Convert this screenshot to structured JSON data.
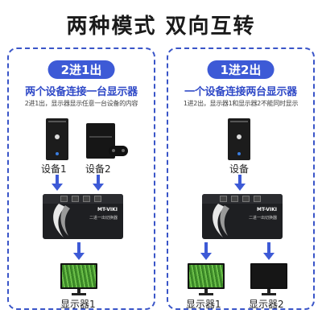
{
  "headline": "两种模式 双向互转",
  "left_panel": {
    "badge": "2进1出",
    "title": "两个设备连接一台显示器",
    "description": "2进1出，显示器显示任意一台设备的内容",
    "device_labels": [
      "设备1",
      "设备2"
    ],
    "switch": {
      "brand": "MT-VIKI",
      "model": "二进一出切换器"
    },
    "monitor_label": "显示器1"
  },
  "right_panel": {
    "badge": "1进2出",
    "title": "一个设备连接两台显示器",
    "description": "1进2出，显示器1和显示器2不能同时显示",
    "device_label": "设备",
    "switch": {
      "brand": "MT-VIKI",
      "model": "二进一出切换器"
    },
    "monitor_labels": [
      "显示器1",
      "显示器2"
    ]
  },
  "colors": {
    "accent": "#3d5ad6",
    "panel_border": "#3a55c8",
    "title_blue": "#2f49c7"
  },
  "icons": [
    "desktop-pc-icon",
    "game-console-icon",
    "gamepad-icon",
    "down-arrow-icon",
    "kvm-switch-icon",
    "monitor-icon"
  ]
}
